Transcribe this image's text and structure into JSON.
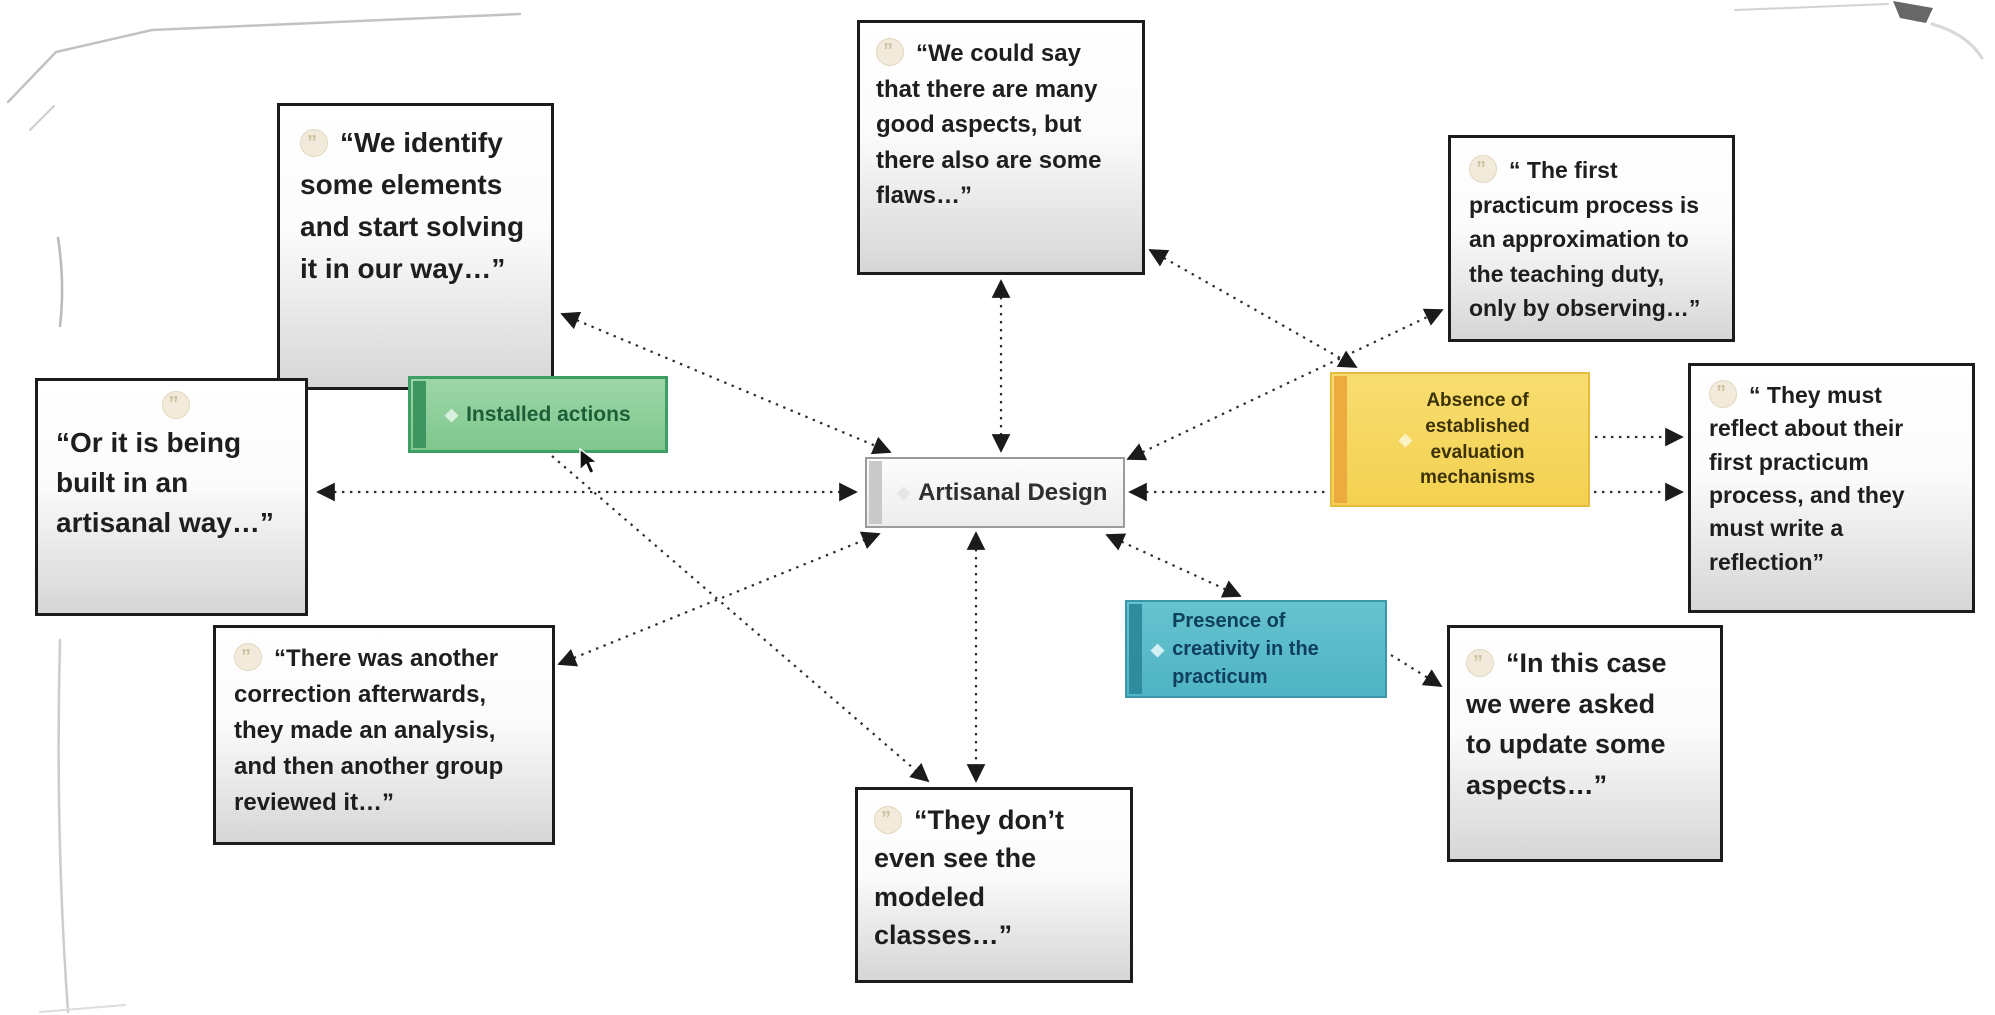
{
  "diagram": {
    "title": "Artisanal Design qualitative coding network",
    "type": "network-diagram"
  },
  "icons": {
    "diamond_glyph": "◆",
    "quotation_icon": "quotation-mark-icon",
    "cursor_icon": "mouse-pointer-icon"
  },
  "center_node": {
    "label": "Artisanal Design",
    "fill": "#f2f2f2",
    "border": "#9b9b9b"
  },
  "codes": {
    "installed_actions": {
      "label": "Installed actions",
      "fill": "#85cb92",
      "text_color": "#1c5f36"
    },
    "absence_evaluation": {
      "label": "Absence of\nestablished\nevaluation\nmechanisms",
      "fill": "#f6d75f",
      "text_color": "#3c3206"
    },
    "presence_creativity": {
      "label": "Presence of\ncreativity in the\npracticum",
      "fill": "#58bac8",
      "text_color": "#0e3f5c"
    }
  },
  "quotes": {
    "top_left": {
      "text": "“We identify\nsome elements\nand start solving\nit in our way…”"
    },
    "left": {
      "text": "“Or it is being\nbuilt in an\nartisanal way…”"
    },
    "bottom_left": {
      "text": "“There was another\ncorrection afterwards,\nthey made an analysis,\nand then another group\nreviewed it…”"
    },
    "top_center": {
      "text": "“We could say\nthat there are many\ngood aspects, but\nthere also are some\nflaws…”"
    },
    "top_right": {
      "text": "“ The first\npracticum process is\nan approximation to\nthe teaching duty,\nonly by observing…”"
    },
    "they_must": {
      "text": "“ They must\nreflect about their\nfirst practicum\nprocess, and they\nmust write a\nreflection”"
    },
    "in_this_case": {
      "text": "“In this case\nwe were asked\nto update some\naspects…”"
    },
    "bottom_center": {
      "text": "“They don’t\neven see the\nmodeled\nclasses…”"
    }
  }
}
